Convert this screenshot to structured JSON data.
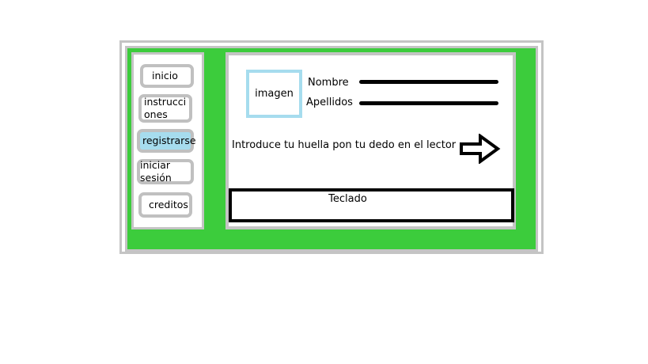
{
  "sidebar": {
    "items": [
      {
        "label": "inicio"
      },
      {
        "label": "instrucci\nones"
      },
      {
        "label": "registrarse"
      },
      {
        "label": "iniciar sesión"
      },
      {
        "label": "creditos"
      }
    ]
  },
  "form": {
    "image_label": "imagen",
    "name_label": "Nombre",
    "surname_label": "Apellidos",
    "fingerprint_hint": "Introduce tu huella pon tu dedo en el lector",
    "next_icon": "arrow-right-icon"
  },
  "keyboard": {
    "label": "Teclado"
  },
  "colors": {
    "frame_green": "#3ccc3c",
    "frame_gray": "#c4c4c4",
    "active_blue": "#a6dcee"
  }
}
